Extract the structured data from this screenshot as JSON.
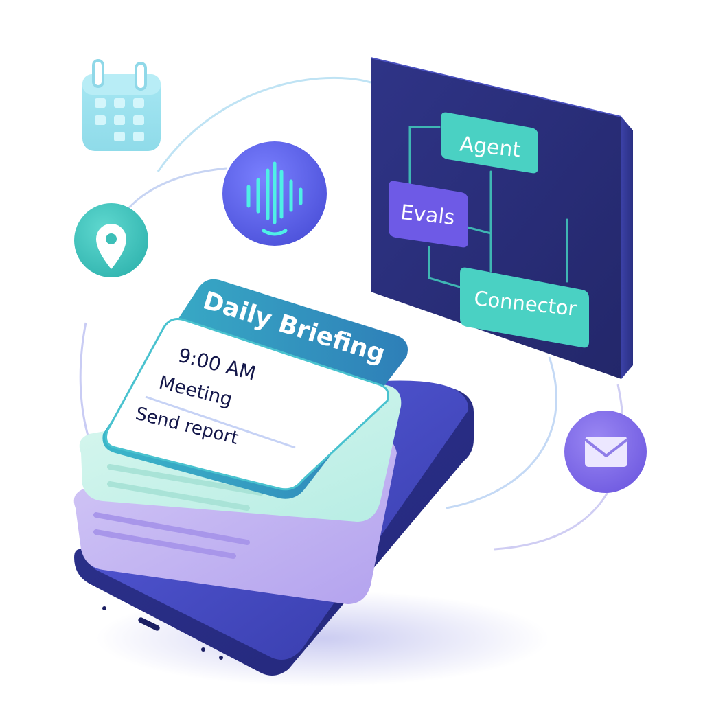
{
  "diagram_panel": {
    "nodes": {
      "agent": "Agent",
      "evals": "Evals",
      "connector": "Connector"
    }
  },
  "briefing_card": {
    "title": "Daily Briefing",
    "items": [
      "9:00 AM",
      "Meeting",
      "Send report"
    ]
  },
  "colors": {
    "panel": "#2a2e78",
    "teal_node": "#4fd1c5",
    "purple_node": "#6b5ce7",
    "phone": "#3a3fb0",
    "mint_layer": "#cdf3ea",
    "lavender_layer": "#c4b6f2"
  },
  "icons": {
    "calendar": "calendar-icon",
    "voice": "voice-wave-icon",
    "location": "location-pin-icon",
    "mail": "mail-icon"
  }
}
